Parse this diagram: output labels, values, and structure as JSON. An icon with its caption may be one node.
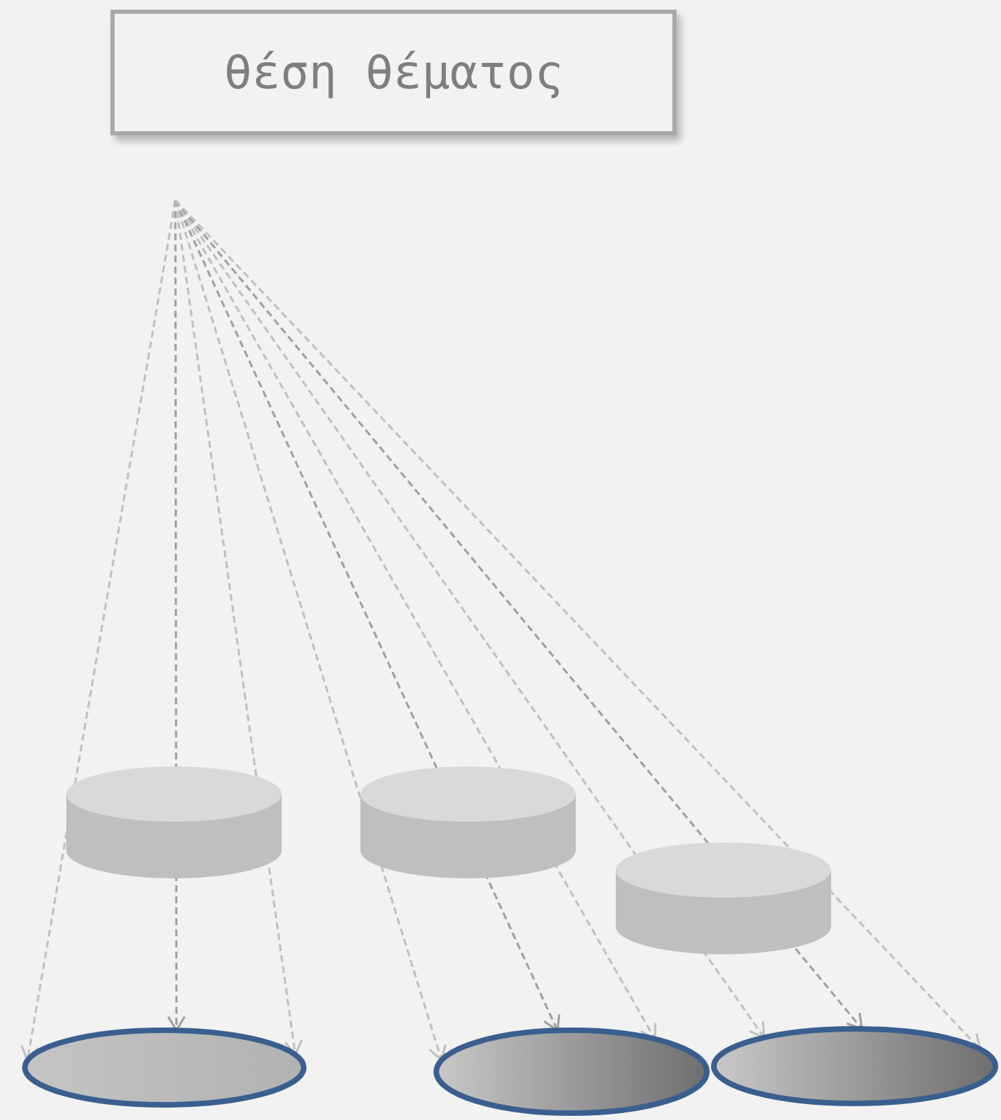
{
  "diagram": {
    "nodes": [
      {
        "text": [
          "θέση θέματος"
        ]
      },
      {
        "text": [],
        "shape": "cylinder"
      },
      {
        "text": [],
        "shape": "cylinder"
      },
      {
        "text": [],
        "shape": "cylinder"
      },
      {
        "text": [],
        "shape": "ellipse"
      },
      {
        "text": [],
        "shape": "ellipse"
      },
      {
        "text": [],
        "shape": "ellipse"
      }
    ],
    "edges": [
      {
        "from": null,
        "to": 4,
        "arrow": "to",
        "style": "dashed"
      },
      {
        "from": null,
        "to": 4,
        "arrow": "to",
        "style": "dashed",
        "color": "#a0a0a0"
      },
      {
        "from": null,
        "to": 4,
        "arrow": "to",
        "style": "dashed"
      },
      {
        "from": null,
        "to": 5,
        "arrow": "to",
        "style": "dashed"
      },
      {
        "from": null,
        "to": 5,
        "arrow": "to",
        "style": "dashed",
        "color": "#a0a0a0"
      },
      {
        "from": null,
        "to": 5,
        "arrow": "to",
        "style": "dashed"
      },
      {
        "from": null,
        "to": 6,
        "arrow": "to",
        "style": "dashed"
      },
      {
        "from": null,
        "to": 6,
        "arrow": "to",
        "style": "dashed",
        "color": "#a0a0a0"
      },
      {
        "from": null,
        "to": 6,
        "arrow": "to",
        "style": "dashed"
      }
    ]
  }
}
